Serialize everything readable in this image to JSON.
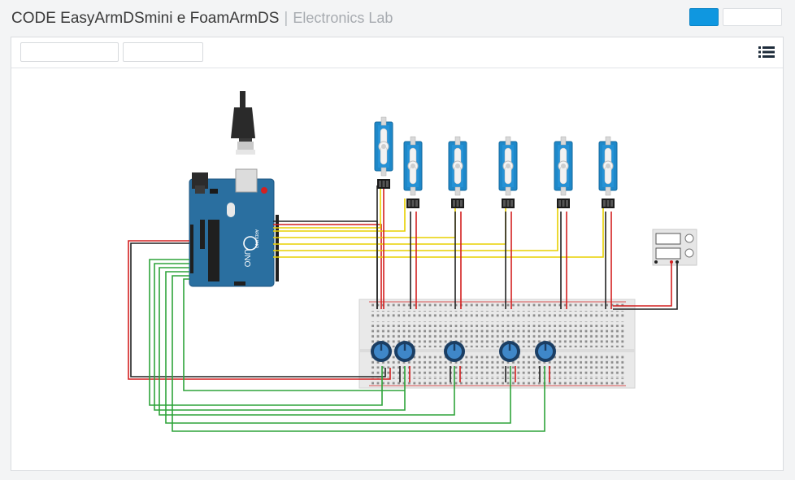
{
  "header": {
    "title": "CODE EasyArmDSmini e FoamArmDS",
    "separator": "|",
    "subtitle": "Electronics Lab"
  },
  "toolbar": {
    "list_view_icon": "list-icon"
  },
  "circuit": {
    "board_brand": "ARDUINO",
    "board_model": "UNO"
  },
  "colors": {
    "accent": "#0f97e0",
    "board": "#2a6fa0",
    "servo": "#1e88c9",
    "wire_black": "#222222",
    "wire_red": "#d32020",
    "wire_yellow": "#e8d000",
    "wire_green": "#2ea43a"
  }
}
